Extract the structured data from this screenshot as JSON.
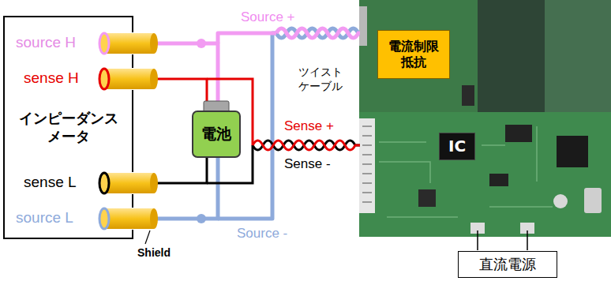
{
  "diagram": {
    "nodes": [
      {
        "text": [
          "インピーダンス メータ"
        ]
      },
      {
        "text": [
          "電池"
        ]
      },
      {
        "text": [
          "電流制限 抵抗"
        ]
      },
      {
        "text": [
          "IC"
        ]
      },
      {
        "text": [
          "直流電源"
        ]
      }
    ],
    "edges": [
      {
        "from": 0,
        "to": 1,
        "arrow": "none"
      },
      {
        "from": 0,
        "to": 1,
        "arrow": "none"
      },
      {
        "from": 0,
        "to": 1,
        "arrow": "none"
      },
      {
        "from": 0,
        "to": 1,
        "arrow": "none"
      }
    ],
    "labels": [
      "source H",
      "sense H",
      "sense L",
      "source L",
      "Shield",
      "Source +",
      "ツイスト ケーブル",
      "Sense +",
      "Sense -",
      "Source -"
    ]
  }
}
